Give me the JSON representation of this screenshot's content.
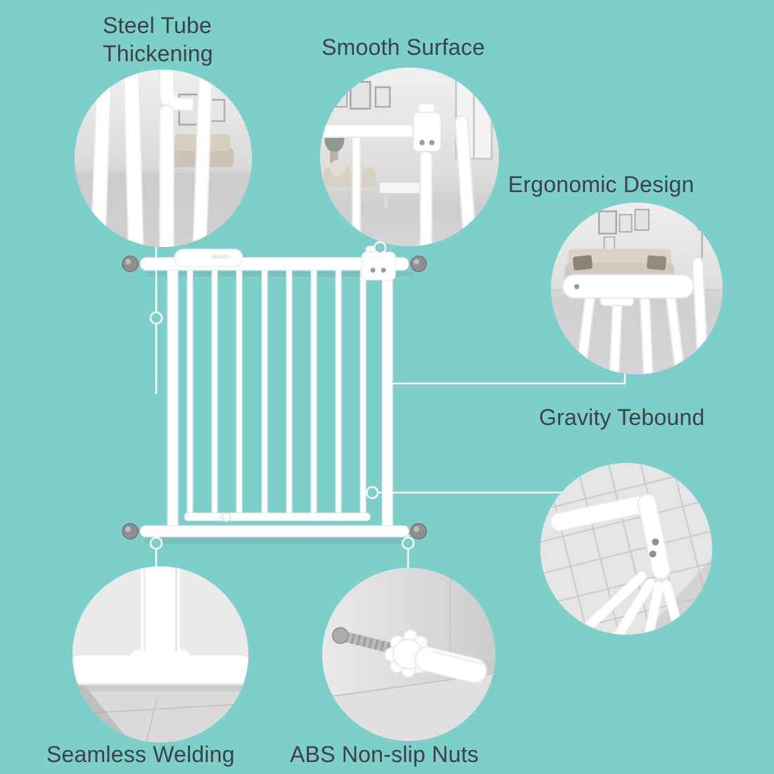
{
  "theme": {
    "bg": "#7DCFCA",
    "text": "#3C4247",
    "gate-white": "#FFFFFF",
    "gate-edge": "#E6E6E6",
    "knob-gray": "#8F8F8F",
    "line-white": "#FFFFFF"
  },
  "features": [
    {
      "id": "steel-tube-thickening",
      "label": "Steel Tube\nThickening"
    },
    {
      "id": "smooth-surface",
      "label": "Smooth Surface"
    },
    {
      "id": "ergonomic-design",
      "label": "Ergonomic Design"
    },
    {
      "id": "gravity-tebound",
      "label": "Gravity Tebound"
    },
    {
      "id": "seamless-welding",
      "label": "Seamless Welding"
    },
    {
      "id": "abs-non-slip-nuts",
      "label": "ABS Non-slip Nuts"
    }
  ]
}
